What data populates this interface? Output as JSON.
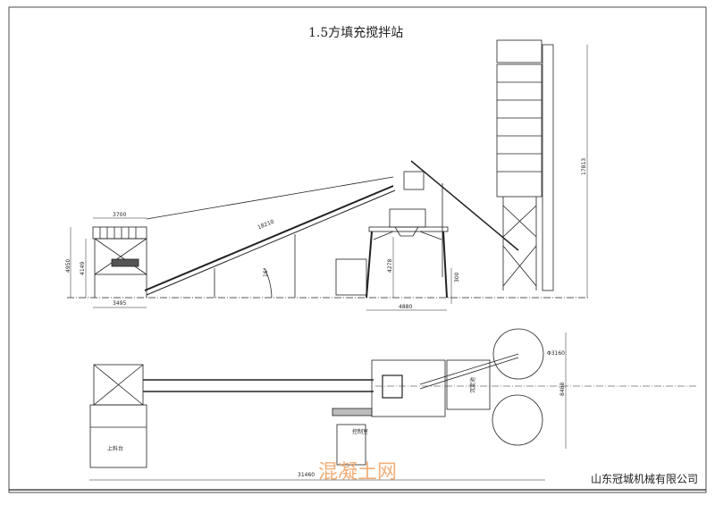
{
  "title": "1.5方填充搅拌站",
  "company": "山东冠城机械有限公司",
  "watermark": "混凝土网",
  "dimensions": {
    "hopper_width": "3700",
    "hopper_height_total": "4950",
    "hopper_height": "4149",
    "hopper_base": "3495",
    "belt_length": "18210",
    "belt_angle": "16°",
    "mixer_height": "4278",
    "mixer_base": "4880",
    "discharge": "300",
    "silo_height": "17813",
    "silo_diameter": "Φ3160",
    "plan_width": "8488",
    "plan_length": "31460"
  },
  "labels": {
    "loading_platform": "上料台",
    "control_room": "控制室",
    "tank": "沉淀池"
  },
  "colors": {
    "line": "#222222",
    "watermark": "#f0a060"
  }
}
